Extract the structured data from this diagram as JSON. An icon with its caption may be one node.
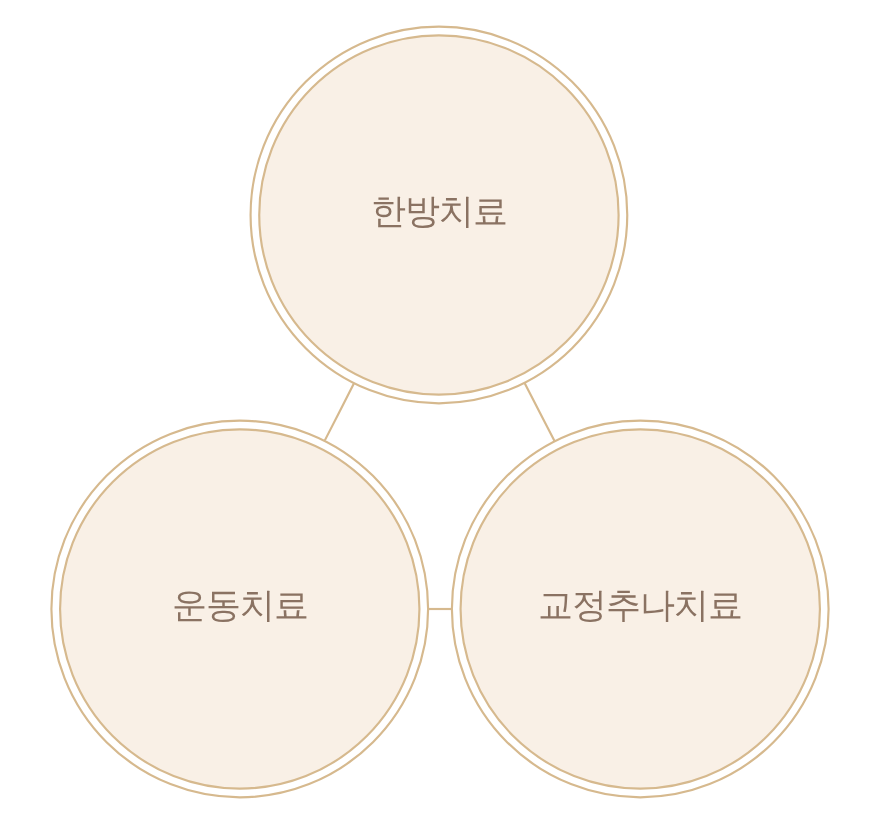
{
  "diagram": {
    "nodes": [
      {
        "text": [
          "한방치료"
        ]
      },
      {
        "text": [
          "운동치료"
        ]
      },
      {
        "text": [
          "교정추나치료"
        ]
      }
    ],
    "edges": [
      {
        "from": 0,
        "to": 1,
        "arrow": "none"
      },
      {
        "from": 0,
        "to": 2,
        "arrow": "none"
      },
      {
        "from": 1,
        "to": 2,
        "arrow": "none"
      }
    ]
  }
}
